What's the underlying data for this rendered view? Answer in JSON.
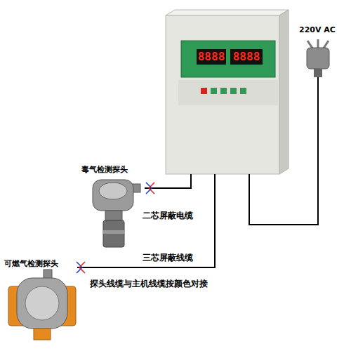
{
  "diagram": {
    "nodes": [
      {
        "text": [
          "8888",
          "8888"
        ]
      },
      {
        "text": [
          "220V AC"
        ]
      },
      {
        "text": [
          "毒气检测探头"
        ]
      },
      {
        "text": [
          "可燃气检测探头"
        ]
      }
    ],
    "edges": [
      {
        "from": 0,
        "to": 2,
        "label": "二芯屏蔽电缆",
        "arrow": "none"
      },
      {
        "from": 0,
        "to": 3,
        "label": "三芯屏蔽线缆",
        "arrow": "none"
      },
      {
        "from": 1,
        "to": 0,
        "arrow": "none"
      }
    ],
    "labels": [
      "探头线缆与主机线缆按颜色对接"
    ]
  }
}
